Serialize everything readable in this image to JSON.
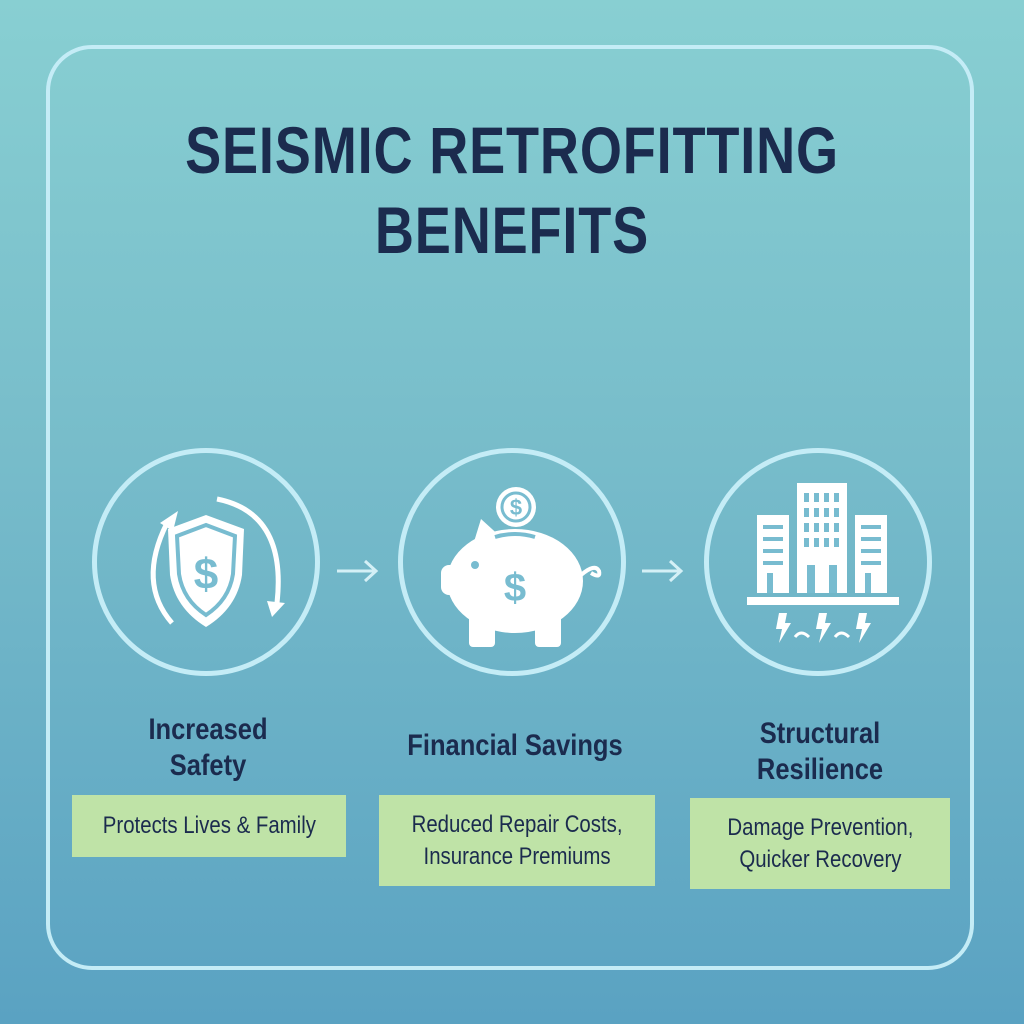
{
  "title": {
    "line1": "SEISMIC RETROFITTING",
    "line2": "BENEFITS"
  },
  "colors": {
    "title": "#1b2b4e",
    "frame": "#c4ecf6",
    "box": "#bfe3a7",
    "bg_top": "#88cfd2",
    "bg_bottom": "#5aa2c2"
  },
  "benefits": [
    {
      "icon": "shield-dollar-icon",
      "heading": "Increased\nSafety",
      "description": "Protects Lives & Family"
    },
    {
      "icon": "piggy-bank-icon",
      "heading": "Financial Savings",
      "description": "Reduced Repair Costs,\nInsurance Premiums"
    },
    {
      "icon": "buildings-earthquake-icon",
      "heading": "Structural\nResilience",
      "description": "Damage Prevention,\nQuicker Recovery"
    }
  ],
  "connectors": [
    "arrow-right",
    "arrow-right"
  ]
}
